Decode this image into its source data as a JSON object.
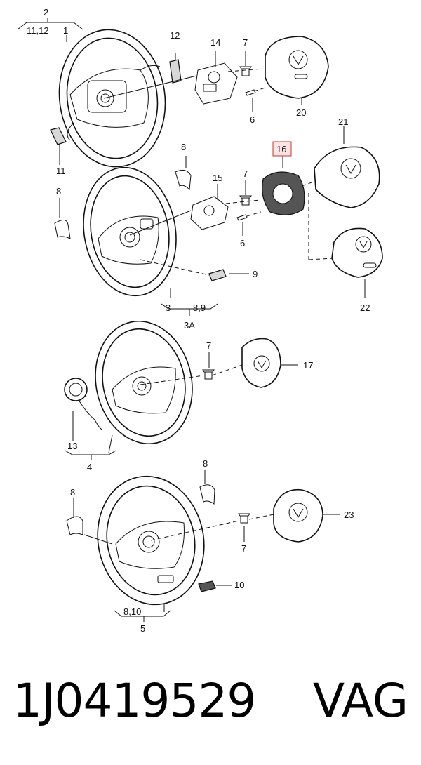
{
  "labels": {
    "l_2": "2",
    "l_11_12": "11,12",
    "l_1": "1",
    "l_12": "12",
    "l_14": "14",
    "l_7a": "7",
    "l_6a": "6",
    "l_20": "20",
    "l_11": "11",
    "l_8a": "8",
    "l_16": "16",
    "l_21": "21",
    "l_8b": "8",
    "l_15": "15",
    "l_7b": "7",
    "l_6b": "6",
    "l_9": "9",
    "l_22": "22",
    "l_3": "3",
    "l_8_9": "8,9",
    "l_3A": "3A",
    "l_7c": "7",
    "l_17": "17",
    "l_13": "13",
    "l_4": "4",
    "l_8c": "8",
    "l_8d": "8",
    "l_23": "23",
    "l_7d": "7",
    "l_10": "10",
    "l_8_10": "8,10",
    "l_5": "5"
  },
  "footer": {
    "part_number": "1J0419529",
    "brand": "VAG"
  },
  "colors": {
    "highlight_box": "#c0392b",
    "highlight_fill": "#fde3e3"
  }
}
